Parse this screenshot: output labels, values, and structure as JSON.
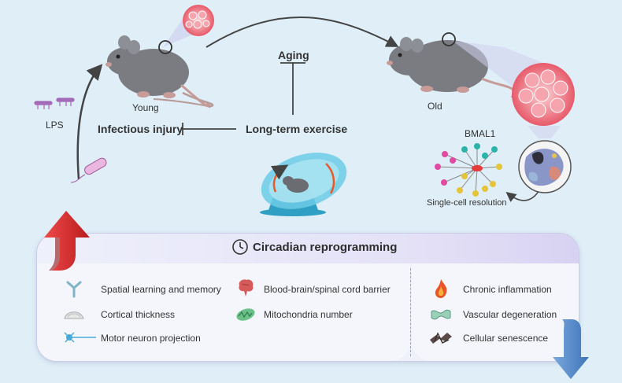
{
  "labels": {
    "young": "Young",
    "old": "Old",
    "lps": "LPS",
    "aging": "Aging",
    "infectious_injury": "Infectious injury",
    "long_term_exercise": "Long-term exercise",
    "bmal1": "BMAL1",
    "single_cell": "Single-cell resolution"
  },
  "panel": {
    "title": "Circadian reprogramming",
    "left_items": [
      {
        "label": "Spatial learning and memory",
        "icon": "receptor-icon"
      },
      {
        "label": "Cortical thickness",
        "icon": "brain-cortex-icon"
      },
      {
        "label": "Motor neuron projection",
        "icon": "neuron-icon"
      },
      {
        "label": "Blood-brain/spinal cord barrier",
        "icon": "brain-icon"
      },
      {
        "label": "Mitochondria number",
        "icon": "mitochondria-icon"
      }
    ],
    "right_items": [
      {
        "label": "Chronic inflammation",
        "icon": "flame-icon"
      },
      {
        "label": "Vascular degeneration",
        "icon": "vessel-icon"
      },
      {
        "label": "Cellular senescence",
        "icon": "senescent-cell-icon"
      }
    ]
  },
  "colors": {
    "background": "#dfeef7",
    "up_arrow": "#d42a2a",
    "down_arrow": "#5b8ccb",
    "mouse": "#7a7c82",
    "cell_pink": "#e85a6a",
    "wheel": "#3fb3d6"
  }
}
